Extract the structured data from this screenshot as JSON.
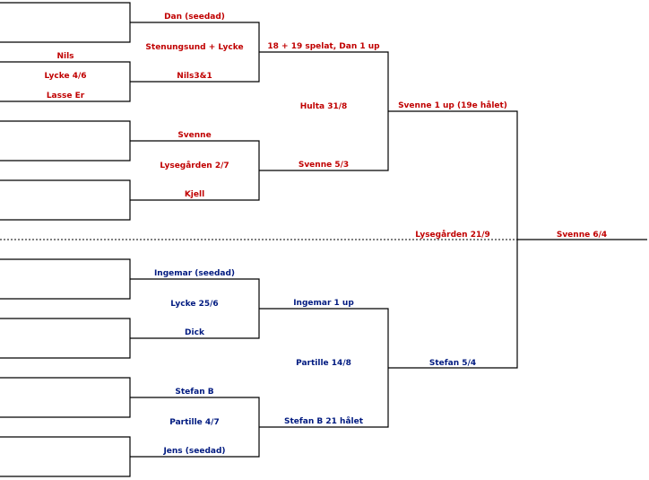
{
  "colors": {
    "top_half": "#c00000",
    "bottom_half": "#001a80",
    "lines": "#000000"
  },
  "round1": {
    "nils": "Nils",
    "lycke_4_6": "Lycke 4/6",
    "lasse_er": "Lasse Er"
  },
  "round2": {
    "dan_seedad": "Dan (seedad)",
    "stenungsund_lycke": "Stenungsund + Lycke",
    "nils_3_1": "Nils3&1",
    "svenne": "Svenne",
    "lysegarden_2_7": "Lysegården 2/7",
    "kjell": "Kjell",
    "ingemar_seedad": "Ingemar (seedad)",
    "lycke_25_6": "Lycke 25/6",
    "dick": "Dick",
    "stefan_b": "Stefan B",
    "partille_4_7": "Partille 4/7",
    "jens_seedad": "Jens (seedad)"
  },
  "round3": {
    "match_18_19": "18 + 19 spelat, Dan 1 up",
    "hulta_31_8": "Hulta 31/8",
    "svenne_5_3": "Svenne 5/3",
    "ingemar_1_up": "Ingemar 1 up",
    "partille_14_8": "Partille 14/8",
    "stefan_b_21": "Stefan B 21 hålet"
  },
  "semifinal": {
    "svenne_1_up": "Svenne 1 up (19e hålet)",
    "stefan_5_4": "Stefan  5/4"
  },
  "final": {
    "lysegarden_21_9": "Lysegården 21/9",
    "svenne_6_4": "Svenne 6/4"
  }
}
